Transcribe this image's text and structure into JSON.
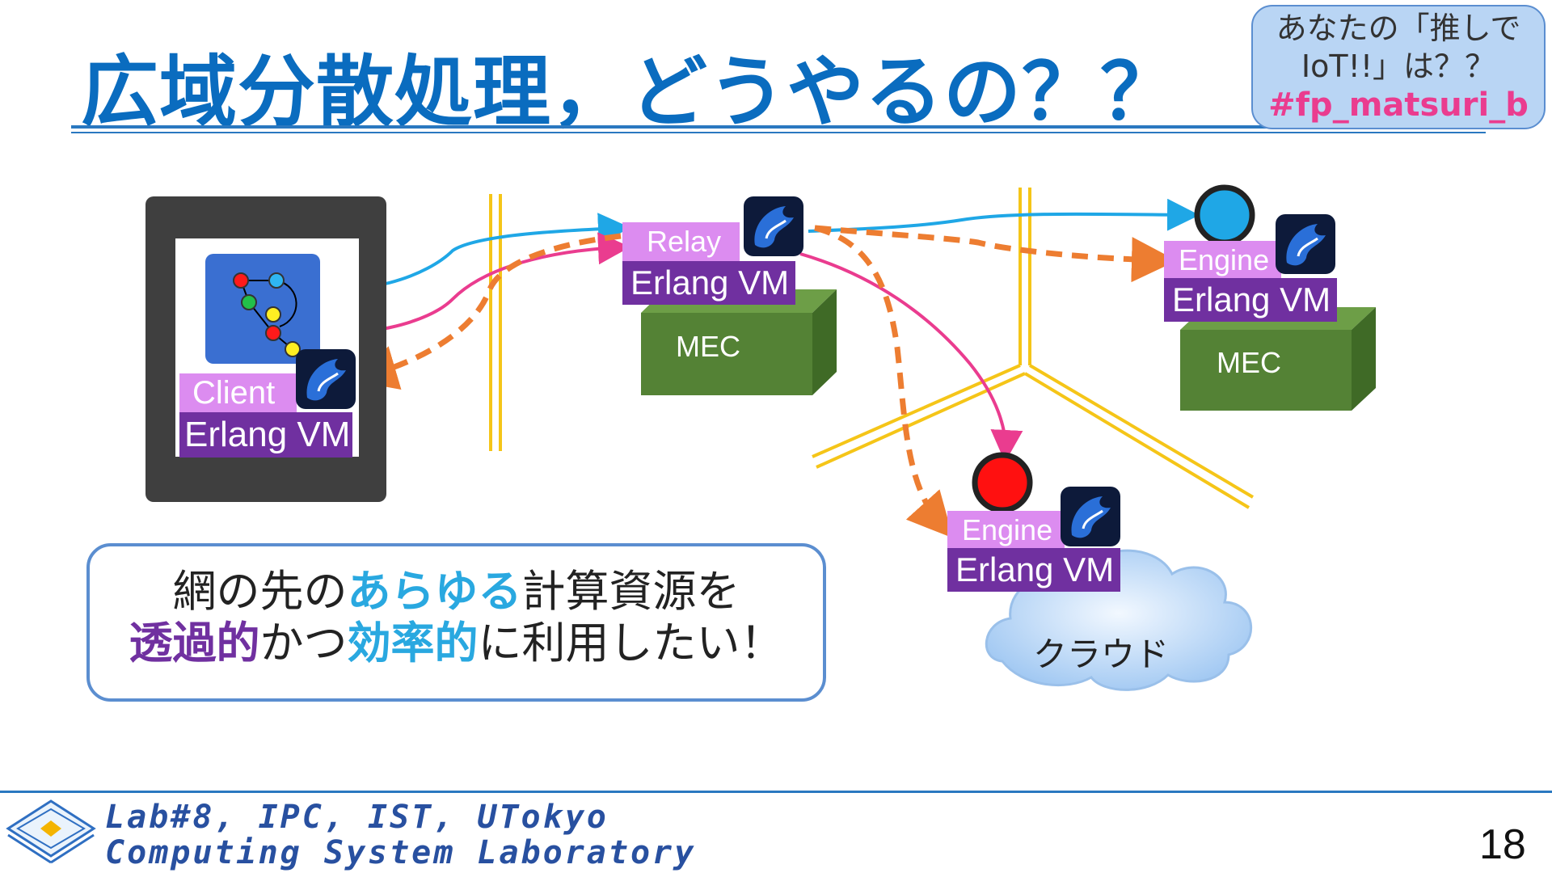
{
  "slide": {
    "title": "広域分散処理，どうやるの？？",
    "page_number": "18"
  },
  "hashtag_box": {
    "line1": "あなたの「推しで",
    "line2": "IoT!!」は？？",
    "hashtag": "#fp_matsuri_b"
  },
  "nodes": {
    "client": {
      "role": "Client",
      "vm": "Erlang VM"
    },
    "relay": {
      "role": "Relay",
      "vm": "Erlang VM",
      "host": "MEC"
    },
    "engine_mec": {
      "role": "Engine",
      "vm": "Erlang VM",
      "host": "MEC"
    },
    "engine_cloud": {
      "role": "Engine",
      "vm": "Erlang VM",
      "host": "クラウド"
    }
  },
  "callout": {
    "line1_a": "網の先の",
    "line1_b": "あらゆる",
    "line1_c": "計算資源を",
    "line2_a": "透過的",
    "line2_b": "かつ",
    "line2_c": "効率的",
    "line2_d": "に利用したい！"
  },
  "footer": {
    "line1": "Lab#8, IPC, IST, UTokyo",
    "line2": "Computing System Laboratory"
  },
  "colors": {
    "title": "#0a6cbf",
    "accent_blue": "#29a8e0",
    "accent_purple": "#7030a0",
    "role_tag": "#dc8cf0",
    "mec_box": "#548235",
    "blue_flow": "#1fa7e6",
    "pink_flow": "#ea3c8f",
    "orange_flow": "#ed7d31",
    "network_line": "#f5c518",
    "hashtag": "#ea3c8f"
  }
}
